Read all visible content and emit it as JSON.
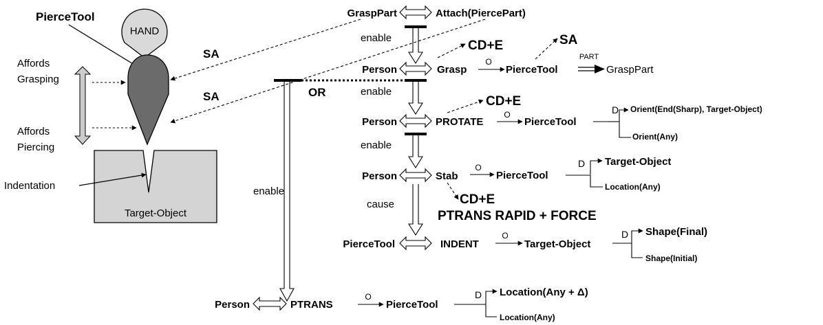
{
  "illustration": {
    "pierce_tool_label": "PierceTool",
    "hand_label": "HAND",
    "affords_grasping": [
      "Affords",
      "Grasping"
    ],
    "affords_piercing": [
      "Affords",
      "Piercing"
    ],
    "sa_label_1": "SA",
    "sa_label_2": "SA",
    "indentation_label": "Indentation",
    "target_object_label": "Target-Object",
    "enable_label": "enable"
  },
  "rows": {
    "grasppart": {
      "left": "GraspPart",
      "right": "Attach(PiercePart)",
      "link": "enable"
    },
    "grasp": {
      "actor": "Person",
      "act": "Grasp",
      "o": "O",
      "object": "PierceTool",
      "cde": "CD+E",
      "sa": "SA",
      "part": "PART",
      "result": "GraspPart",
      "link": "enable",
      "or_label": "OR"
    },
    "protate": {
      "actor": "Person",
      "act": "PROTATE",
      "o": "O",
      "object": "PierceTool",
      "cde": "CD+E",
      "d": "D",
      "branch_top": "Orient(End(Sharp), Target-Object)",
      "branch_bottom": "Orient(Any)",
      "link": "enable"
    },
    "stab": {
      "actor": "Person",
      "act": "Stab",
      "o": "O",
      "object": "PierceTool",
      "cde": "CD+E",
      "ptrans_force": "PTRANS RAPID + FORCE",
      "d": "D",
      "branch_top": "Target-Object",
      "branch_bottom": "Location(Any)",
      "link": "cause"
    },
    "indent": {
      "actor": "PierceTool",
      "act": "INDENT",
      "o": "O",
      "object": "Target-Object",
      "d": "D",
      "branch_top": "Shape(Final)",
      "branch_bottom": "Shape(Initial)"
    },
    "ptrans": {
      "actor": "Person",
      "act": "PTRANS",
      "o": "O",
      "object": "PierceTool",
      "d": "D",
      "branch_top": "Location(Any + Δ)",
      "branch_bottom": "Location(Any)"
    }
  },
  "colors": {
    "hand_fill": "#d9d9d9",
    "tool_fill": "#6b6b6b",
    "target_fill": "#d4d4d4",
    "affords_arrow_fill": "#cccccc"
  }
}
